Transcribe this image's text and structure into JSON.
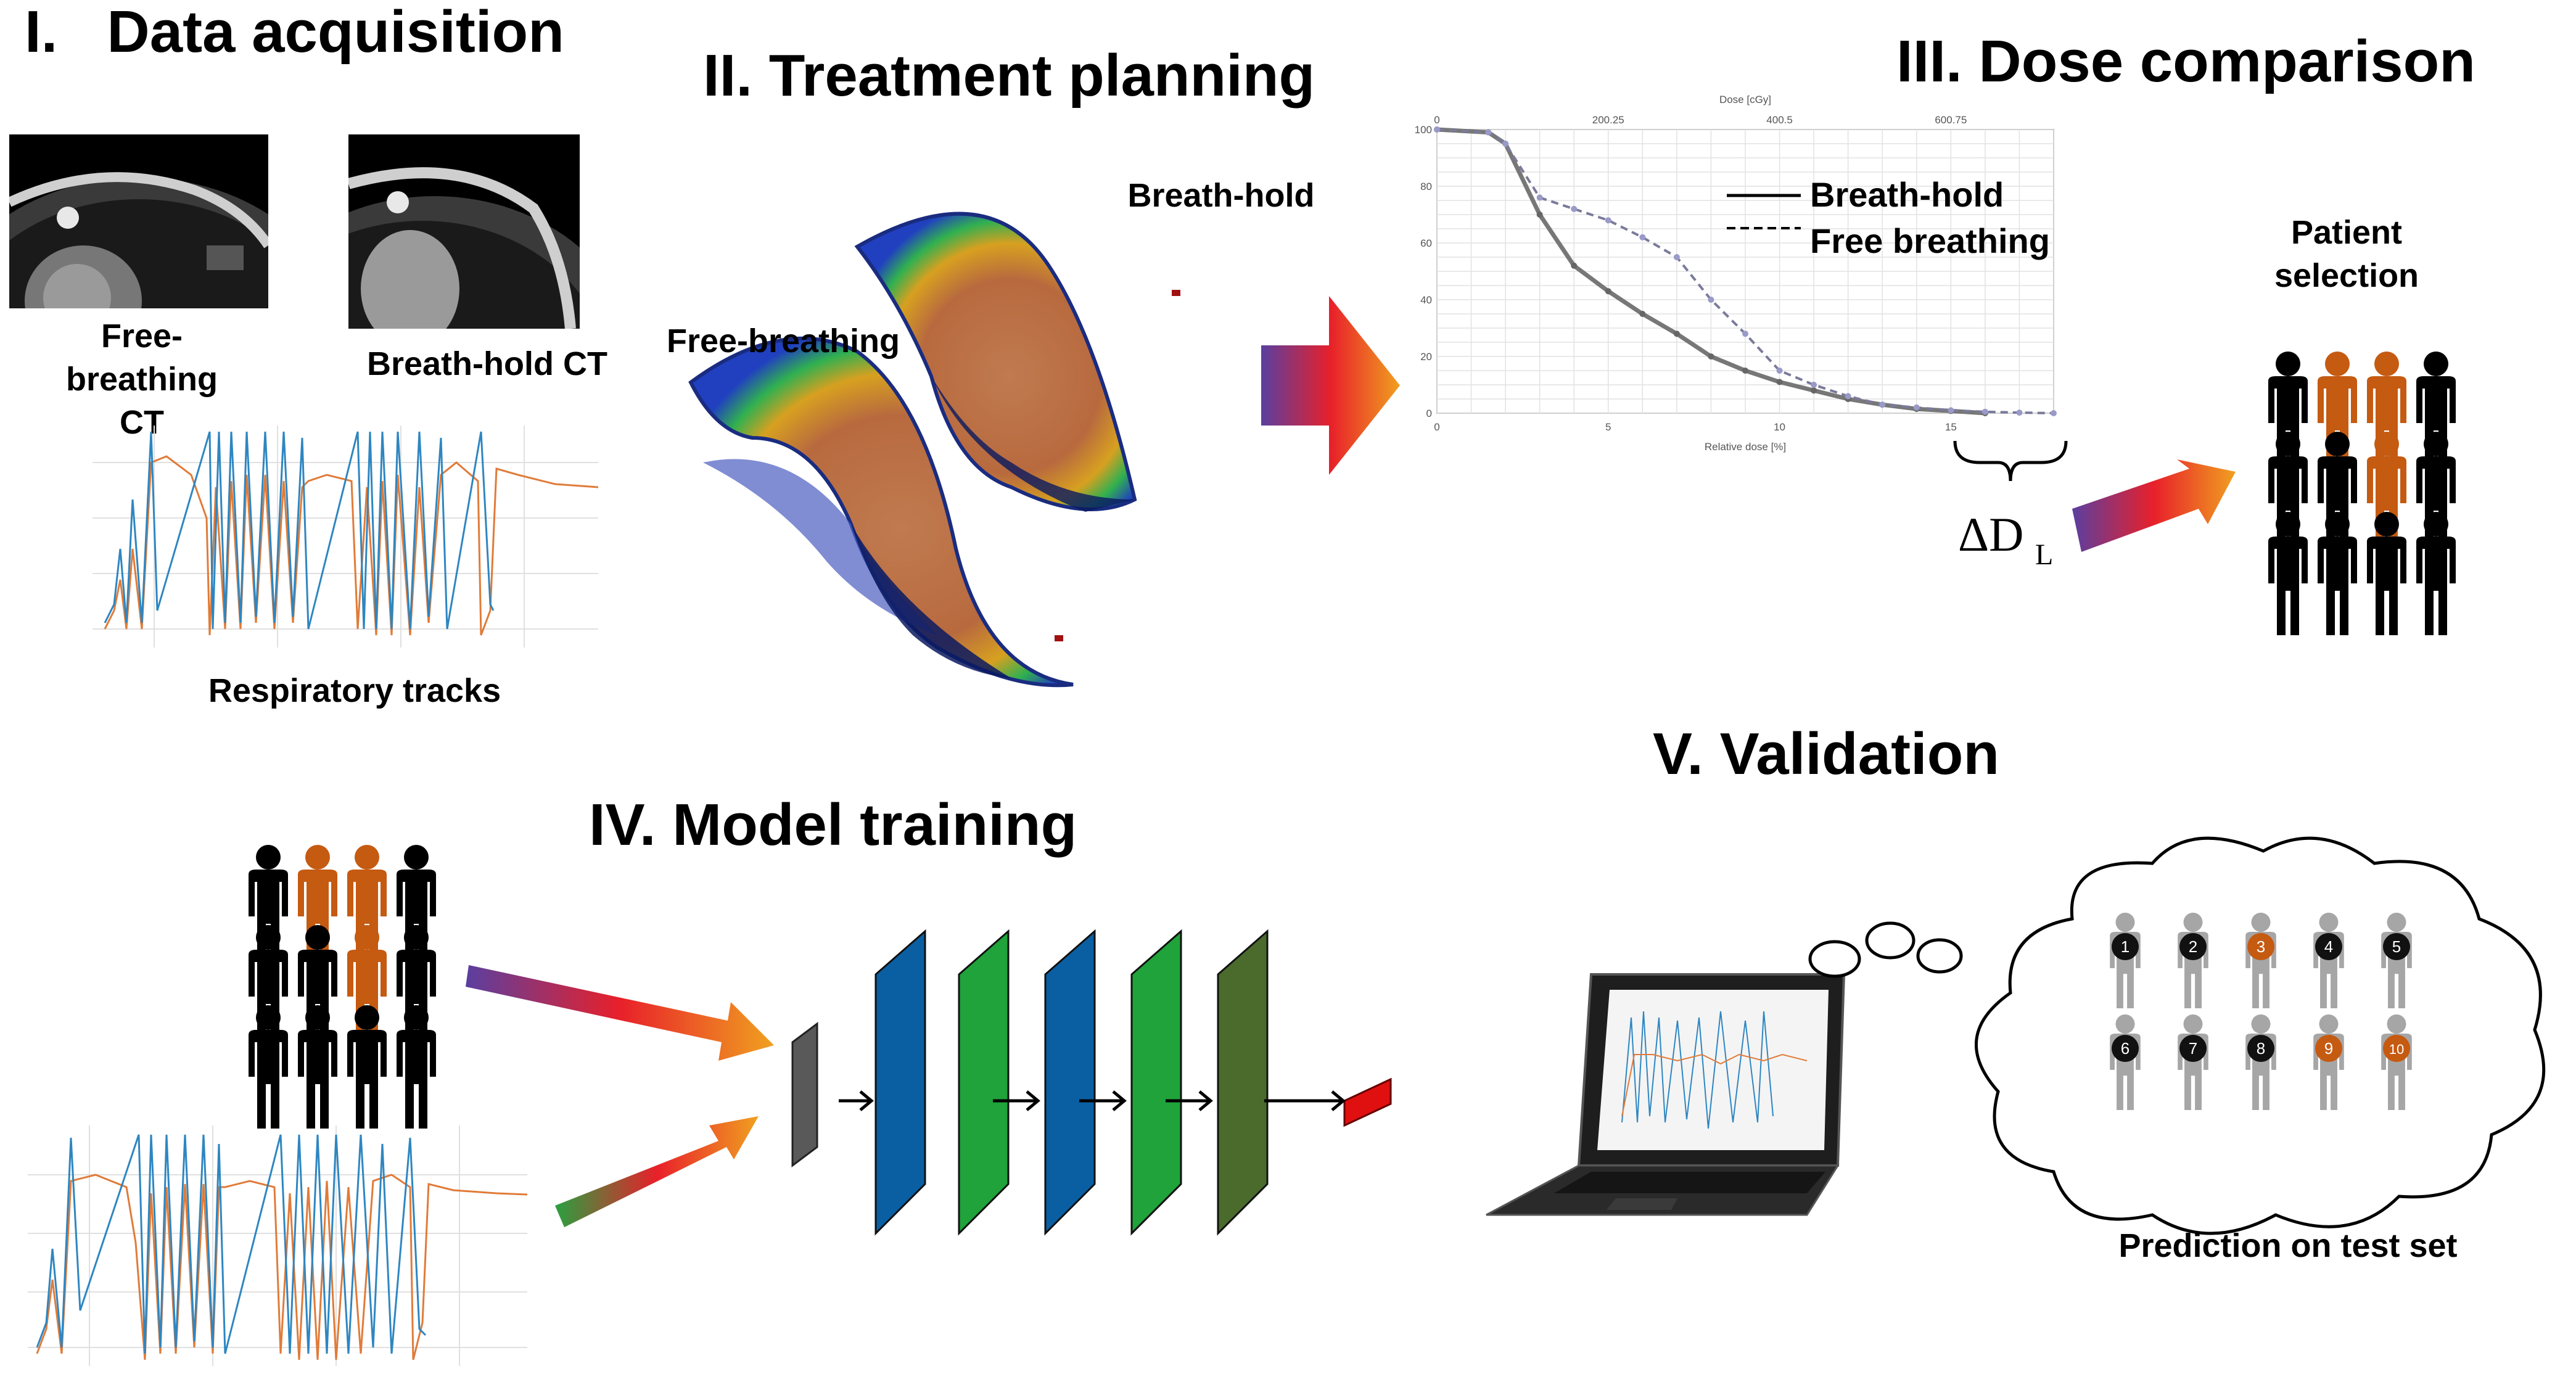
{
  "sections": {
    "acquisition": {
      "title": "I.   Data acquisition",
      "free_breathing_ct": "Free-\nbreathing CT",
      "breath_hold_ct": "Breath-hold CT",
      "respiratory_tracks": "Respiratory tracks"
    },
    "planning": {
      "title": "II. Treatment planning",
      "breath_hold": "Breath-hold",
      "free_breathing": "Free-breathing"
    },
    "dose": {
      "title": "III. Dose comparison",
      "legend_solid": "Breath-hold",
      "legend_dashed": "Free breathing",
      "delta_symbol": "ΔD",
      "delta_sub": "L",
      "patient_selection": "Patient\nselection"
    },
    "training": {
      "title": "IV. Model training"
    },
    "validation": {
      "title": "V. Validation",
      "prediction": "Prediction on test set",
      "patient_numbers": [
        "1",
        "2",
        "3",
        "4",
        "5",
        "6",
        "7",
        "8",
        "9",
        "10"
      ],
      "highlighted_patients": [
        "3",
        "9",
        "10"
      ]
    }
  },
  "chart_data": {
    "type": "line",
    "top_axis_title": "Dose [cGy]",
    "top_ticks": [
      "0",
      "200.25",
      "400.5",
      "600.75"
    ],
    "xlabel": "Relative dose [%]",
    "x_ticks": [
      "0",
      "5",
      "10",
      "15"
    ],
    "y_ticks": [
      "0",
      "20",
      "40",
      "60",
      "80",
      "100"
    ],
    "xlim": [
      0,
      18
    ],
    "ylim": [
      0,
      100
    ],
    "grid": true,
    "legend_position": "top-right",
    "series": [
      {
        "name": "Breath-hold",
        "style": "solid",
        "x": [
          0,
          1.5,
          2,
          3,
          4,
          5,
          6,
          7,
          8,
          9,
          10,
          11,
          12,
          13,
          14,
          15,
          16
        ],
        "y": [
          100,
          99,
          95,
          70,
          52,
          43,
          35,
          28,
          20,
          15,
          11,
          8,
          5,
          3,
          1.5,
          0.8,
          0
        ]
      },
      {
        "name": "Free breathing",
        "style": "dashed",
        "x": [
          0,
          1.5,
          2,
          3,
          4,
          5,
          6,
          7,
          8,
          9,
          10,
          11,
          12,
          13,
          14,
          15,
          16,
          17,
          18
        ],
        "y": [
          100,
          99,
          95,
          76,
          72,
          68,
          62,
          55,
          40,
          28,
          15,
          10,
          6,
          3,
          2,
          1,
          0.5,
          0.2,
          0
        ]
      }
    ]
  },
  "colors": {
    "patient_black": "#000000",
    "patient_orange": "#c55a11",
    "patient_gray": "#a6a6a6",
    "resp_blue": "#2e86c1",
    "resp_orange": "#e07b39",
    "layer_blue": "#0a5fa3",
    "layer_green": "#1fa33a",
    "layer_dark_green": "#4a6b2c",
    "layer_gray": "#595959",
    "layer_red": "#e01010"
  }
}
